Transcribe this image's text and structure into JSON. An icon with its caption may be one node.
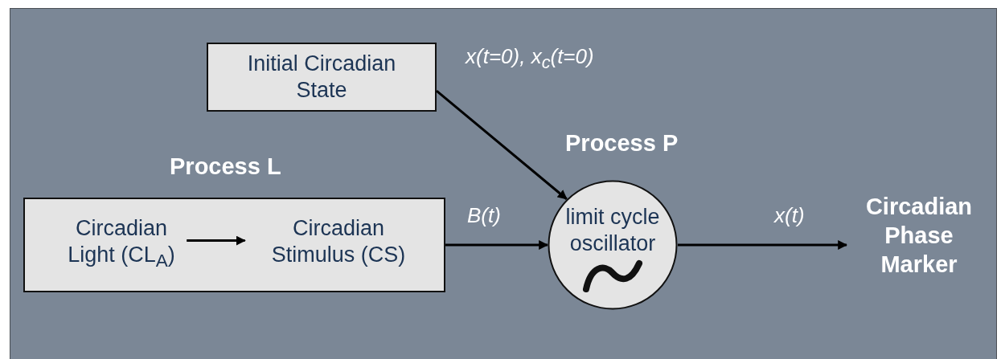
{
  "diagram": {
    "nodes": [
      {
        "text": [
          "Initial Circadian State"
        ]
      },
      {
        "text": [
          "Process L"
        ]
      },
      {
        "text": [
          "Circadian Light (CL$_{A}$)"
        ],
        "in": 1
      },
      {
        "text": [
          "Circadian Stimulus (CS)"
        ],
        "in": 1
      },
      {
        "text": [
          "Process P",
          "limit cycle oscillator"
        ]
      },
      {
        "text": [
          "Circadian Phase Marker"
        ]
      }
    ],
    "edges": [
      {
        "from": 0,
        "to": 4,
        "arrow": "to",
        "label": "x(t=0), x$_{c}$(t=0)"
      },
      {
        "from": 2,
        "to": 3,
        "arrow": "to"
      },
      {
        "from": 1,
        "to": 4,
        "arrow": "to",
        "label": "B(t)"
      },
      {
        "from": 4,
        "to": 5,
        "arrow": "to",
        "label": "x(t)"
      }
    ]
  }
}
